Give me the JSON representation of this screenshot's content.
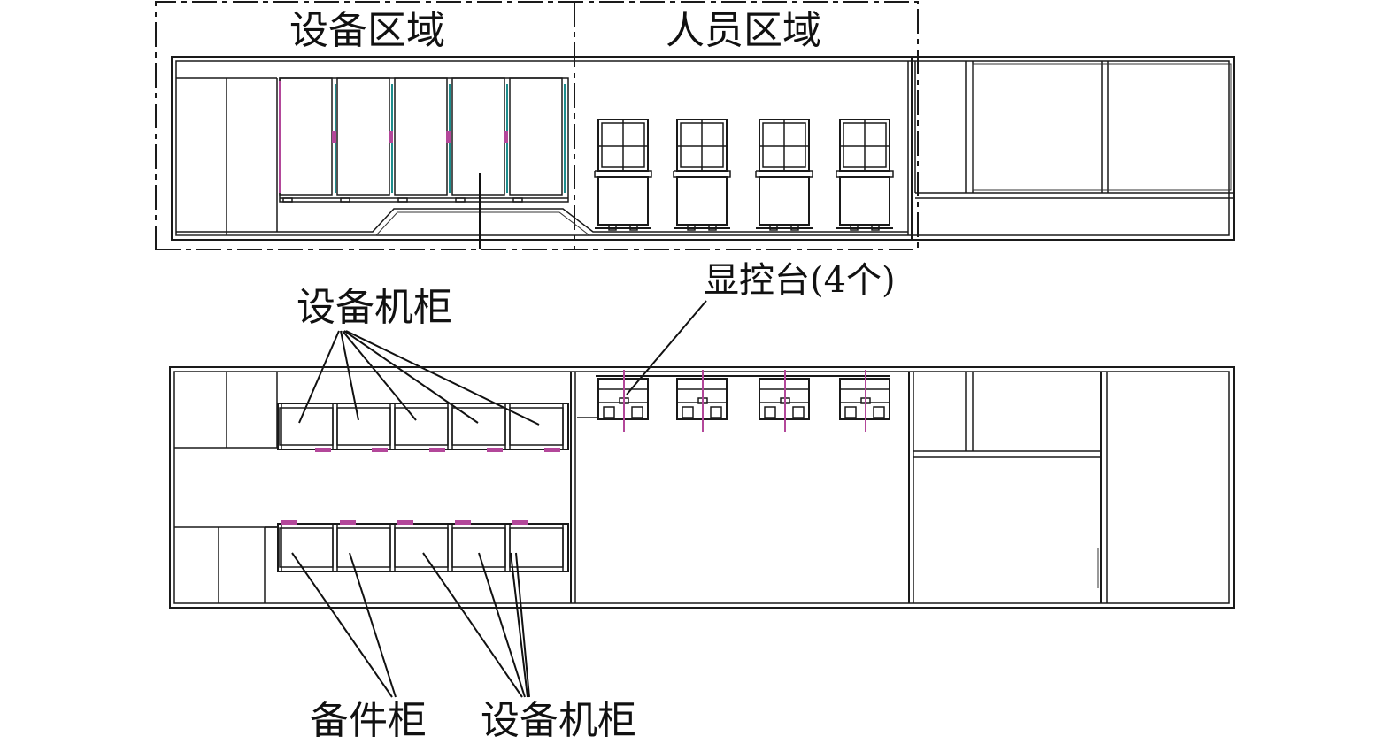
{
  "diagram": {
    "zones": {
      "equipment_zone": "设备区域",
      "personnel_zone": "人员区域"
    },
    "callouts": {
      "consoles": "显控台(4个)",
      "equipment_cabinets_top": "设备机柜",
      "spare_cabinets": "备件柜",
      "equipment_cabinets_bottom": "设备机柜"
    },
    "colors": {
      "line": "#1a1a1a",
      "accent_magenta": "#b3479a",
      "accent_teal": "#1d8c8c",
      "background": "#ffffff"
    }
  }
}
